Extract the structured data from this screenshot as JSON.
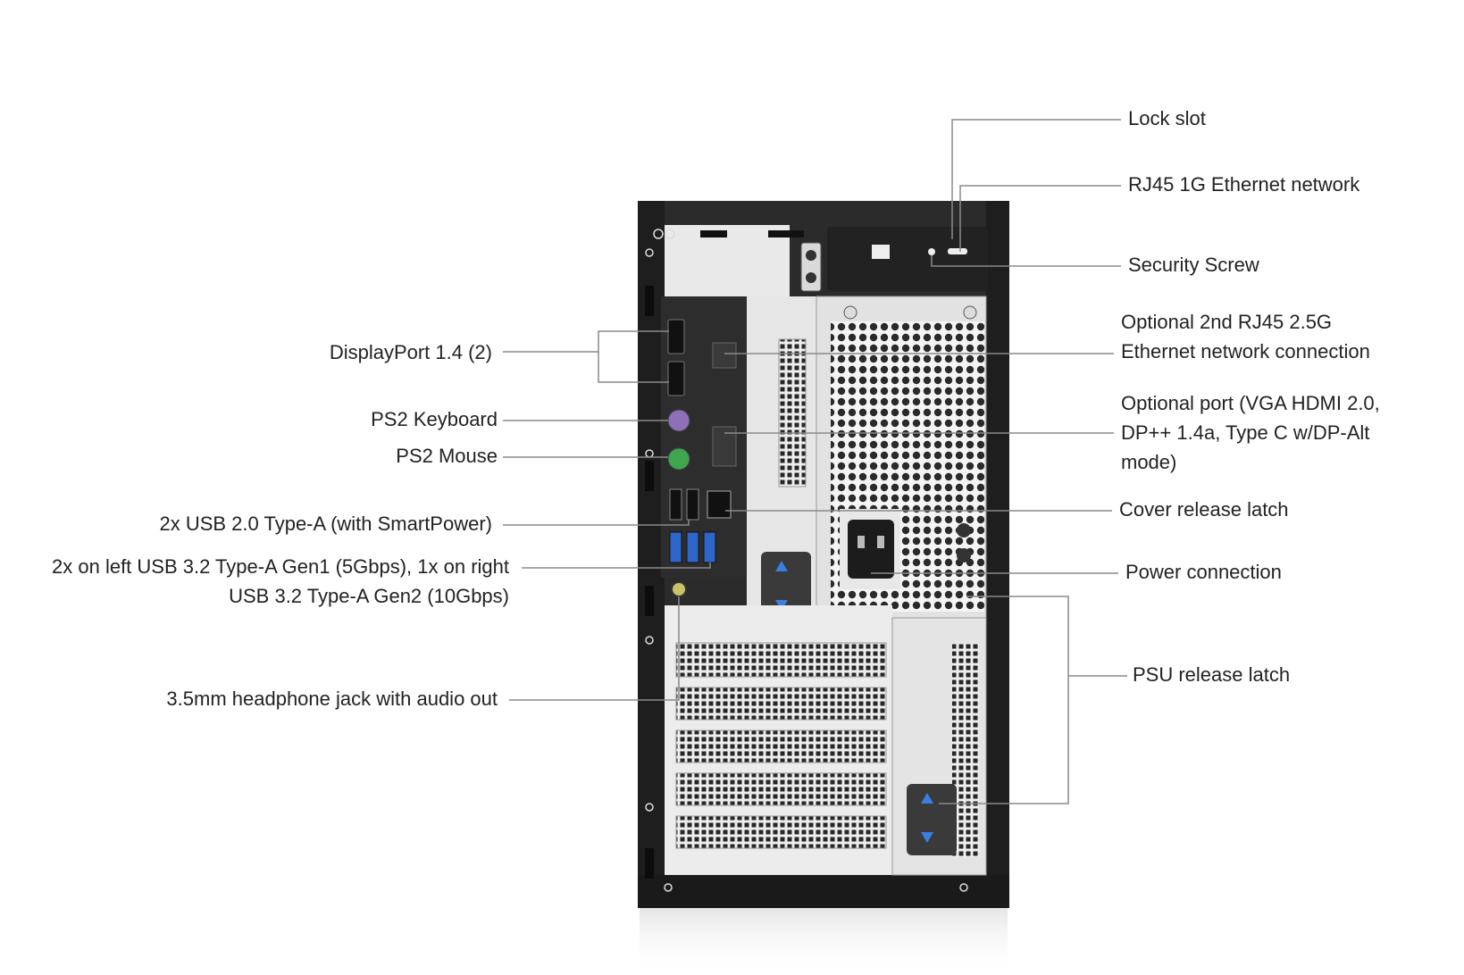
{
  "colors": {
    "background": "#ffffff",
    "chassis": "#2b2b2b",
    "panel": "#e6e6e6",
    "leader_line": "#8a8a8a",
    "label_text": "#222222",
    "ps2_keyboard": "#8e6fb8",
    "ps2_mouse": "#3fa54f",
    "usb3_blue": "#2f66c9",
    "audio_jack": "#c9c36a",
    "latch_arrow": "#3b7fe0"
  },
  "callouts_left": [
    {
      "text": "DisplayPort 1.4 (2)"
    },
    {
      "text": "PS2 Keyboard"
    },
    {
      "text": "PS2 Mouse"
    },
    {
      "text": "2x USB 2.0 Type-A (with SmartPower)"
    },
    {
      "line1": "2x on left USB 3.2 Type-A Gen1 (5Gbps), 1x on right",
      "line2": "USB 3.2 Type-A Gen2 (10Gbps)"
    },
    {
      "text": "3.5mm headphone jack with audio out"
    }
  ],
  "callouts_right": [
    {
      "text": "Lock slot"
    },
    {
      "text": "RJ45 1G Ethernet network"
    },
    {
      "text": "Security Screw"
    },
    {
      "line1": "Optional 2nd RJ45 2.5G",
      "line2": "Ethernet network connection"
    },
    {
      "line1": "Optional port (VGA HDMI 2.0,",
      "line2": "DP++ 1.4a, Type C w/DP-Alt",
      "line3": "mode)"
    },
    {
      "text": "Cover release latch"
    },
    {
      "text": "Power connection"
    },
    {
      "text": "PSU release latch"
    }
  ],
  "icons": {
    "displayport": "displayport-icon",
    "ethernet": "network-icon",
    "usb": "usb-icon",
    "keyboard": "keyboard-icon",
    "mouse": "mouse-icon",
    "headphone": "headphone-icon",
    "power": "power-icon",
    "lock": "lock-icon"
  }
}
